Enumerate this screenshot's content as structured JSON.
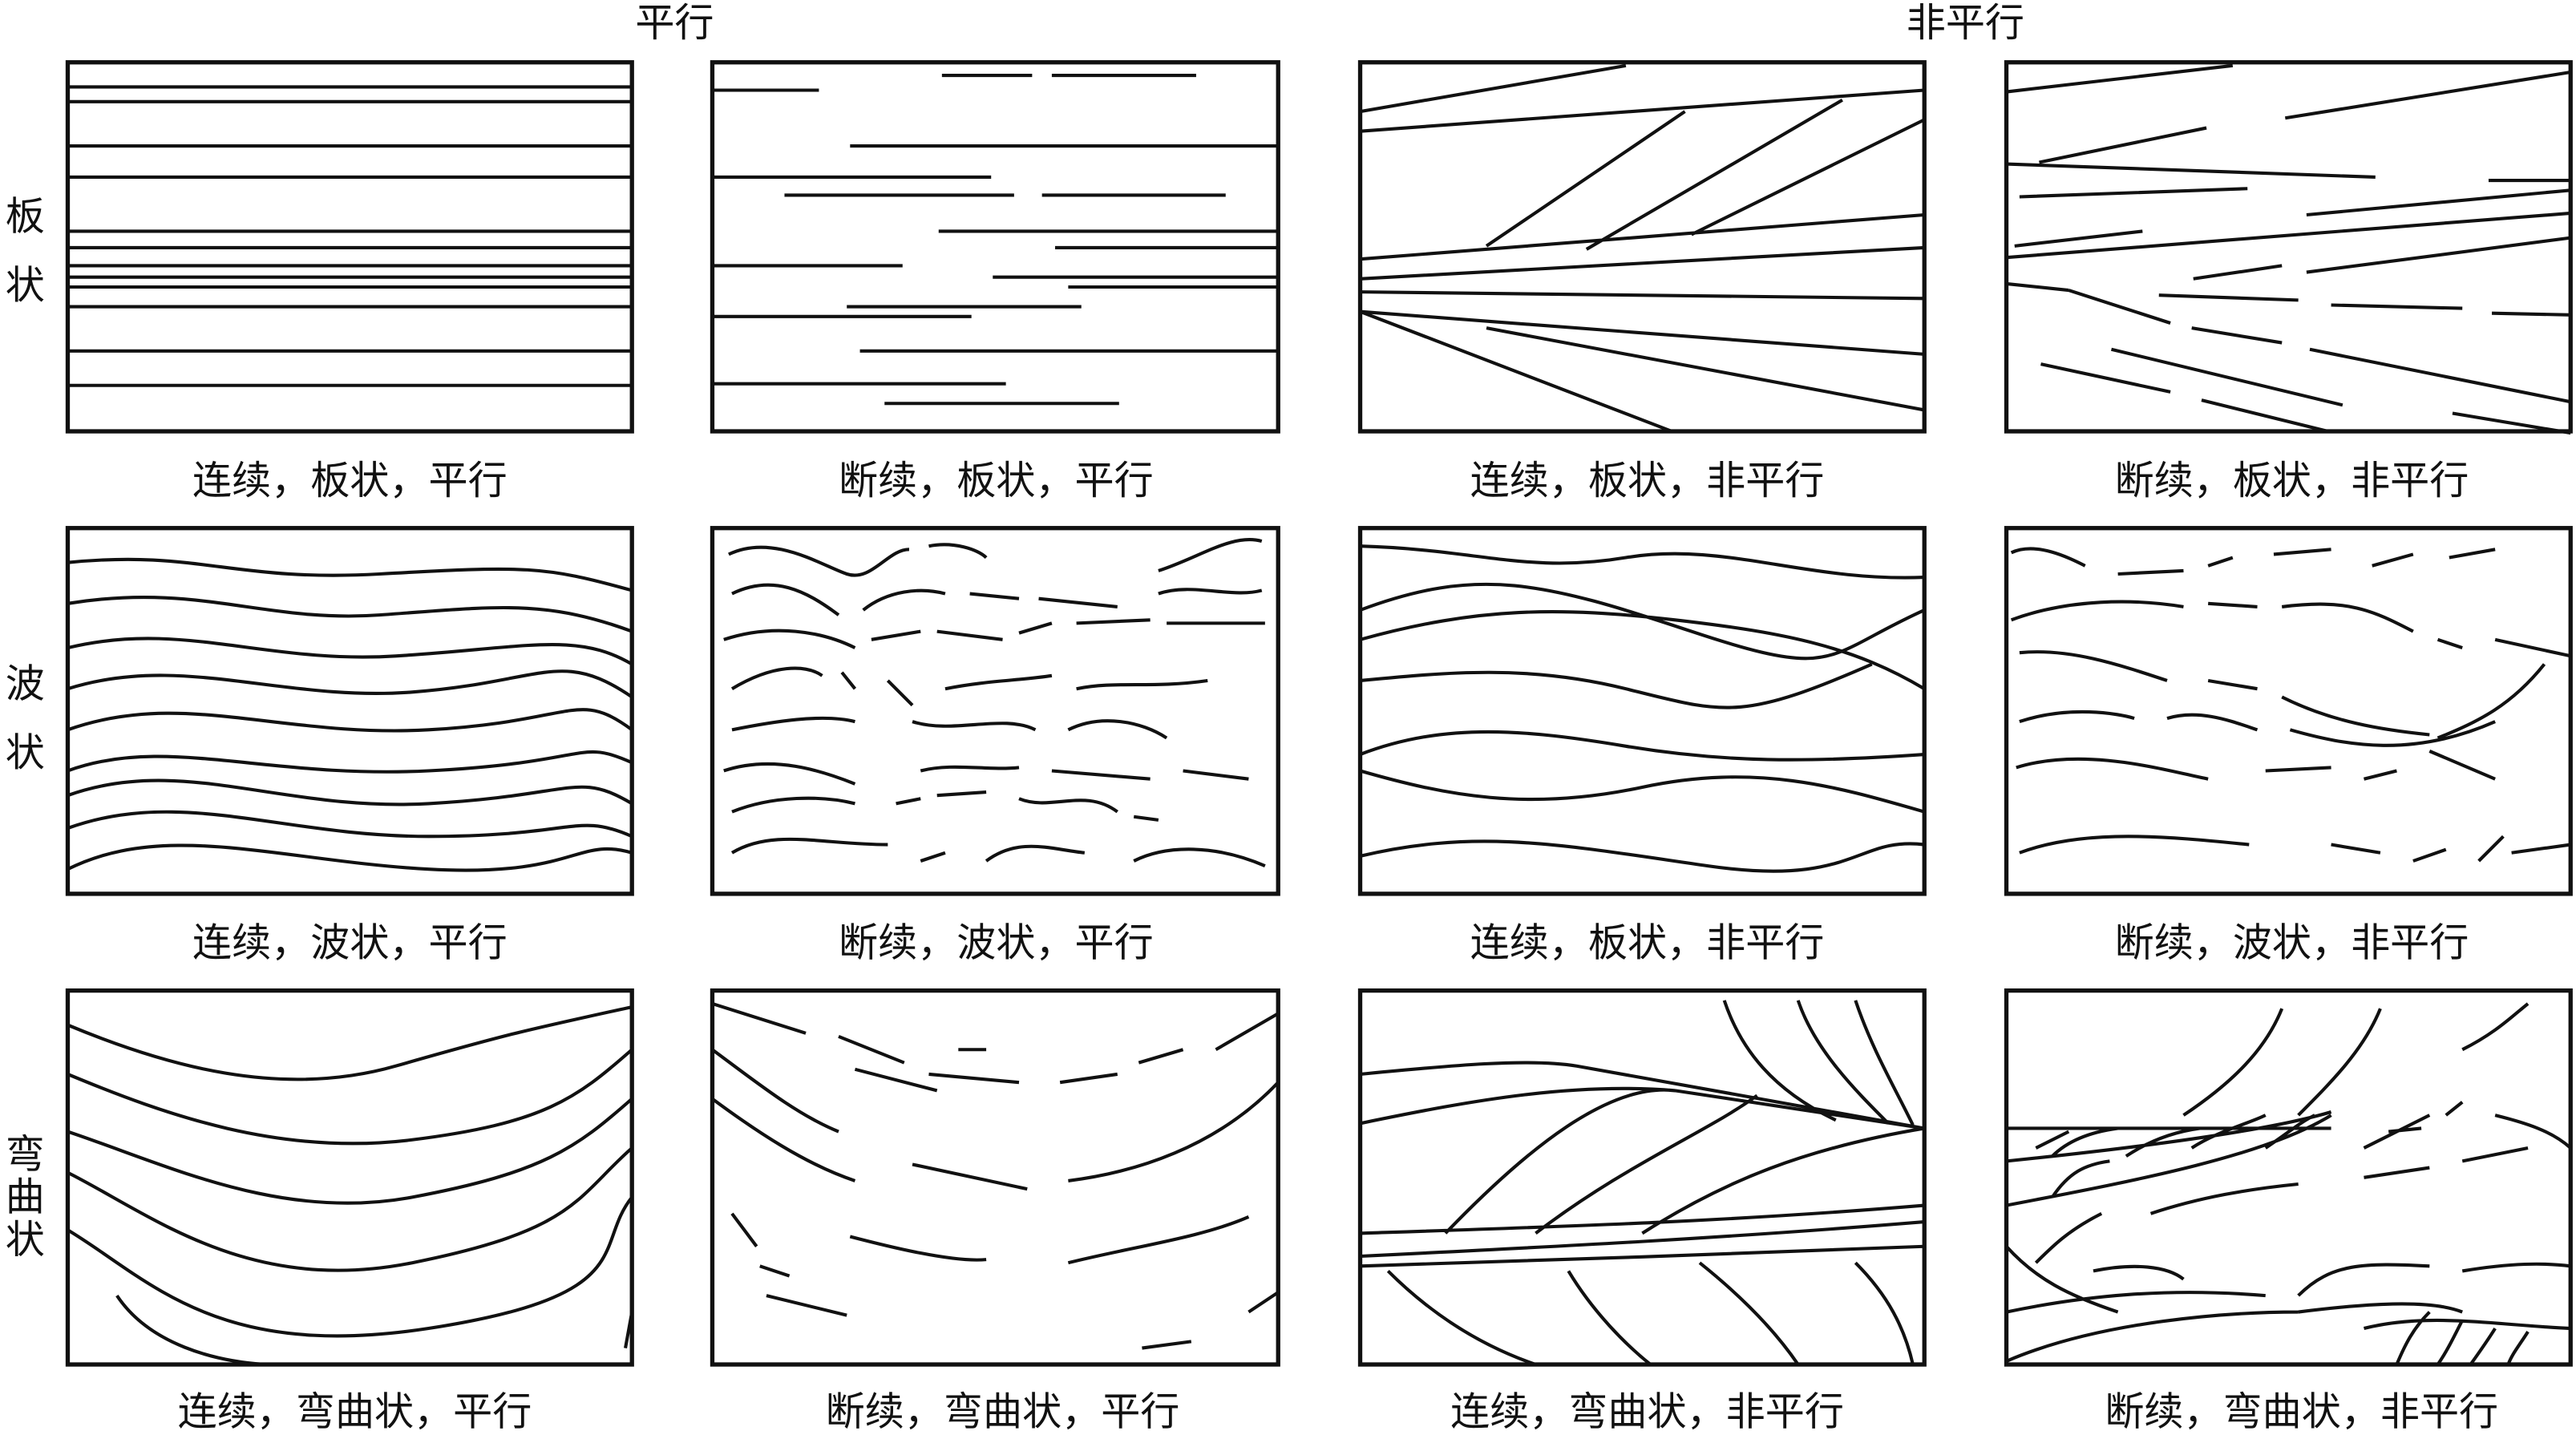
{
  "headers": {
    "parallel": "平行",
    "nonparallel": "非平行"
  },
  "rows": {
    "plate": [
      "板",
      "状"
    ],
    "wavy": [
      "波",
      "状"
    ],
    "curved": [
      "弯",
      "曲",
      "状"
    ]
  },
  "captions": {
    "r1": [
      "连续，板状，平行",
      "断续，板状，平行",
      "连续，板状，非平行",
      "断续，板状，非平行"
    ],
    "r2": [
      "连续，波状，平行",
      "断续，波状，平行",
      "连续，板状，非平行",
      "断续，波状，非平行"
    ],
    "r3": [
      "连续，弯曲状，平行",
      "断续，弯曲状，平行",
      "连续，弯曲状，非平行",
      "断续，弯曲状，非平行"
    ]
  }
}
